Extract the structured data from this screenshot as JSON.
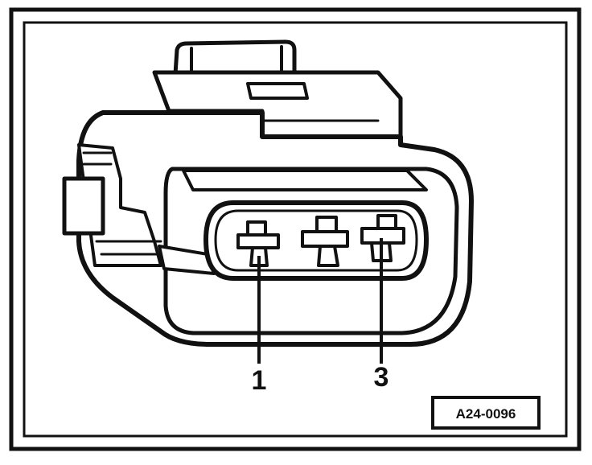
{
  "figure": {
    "pin_labels": [
      {
        "id": "pin-1",
        "text": "1"
      },
      {
        "id": "pin-3",
        "text": "3"
      }
    ],
    "reference_code": "A24-0096"
  }
}
